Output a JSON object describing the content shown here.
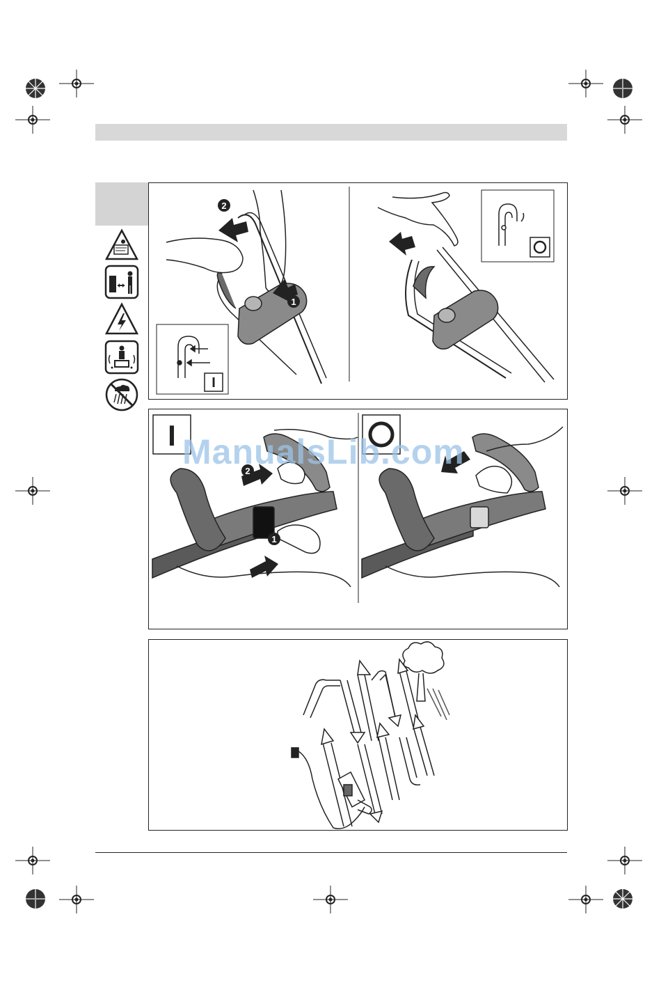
{
  "watermark": {
    "text": "ManualsLib.com"
  },
  "switch_symbols": {
    "on": "I",
    "off": "O"
  },
  "steps": {
    "one": "1",
    "two": "2"
  },
  "safety_icons": [
    "read-manual-icon",
    "keep-distance-icon",
    "electric-shock-icon",
    "bystander-debris-icon",
    "no-rain-icon"
  ],
  "colors": {
    "header_band": "#d8d8d8",
    "side_tab": "#d4d4d4",
    "watermark": "#9cc4e8"
  }
}
